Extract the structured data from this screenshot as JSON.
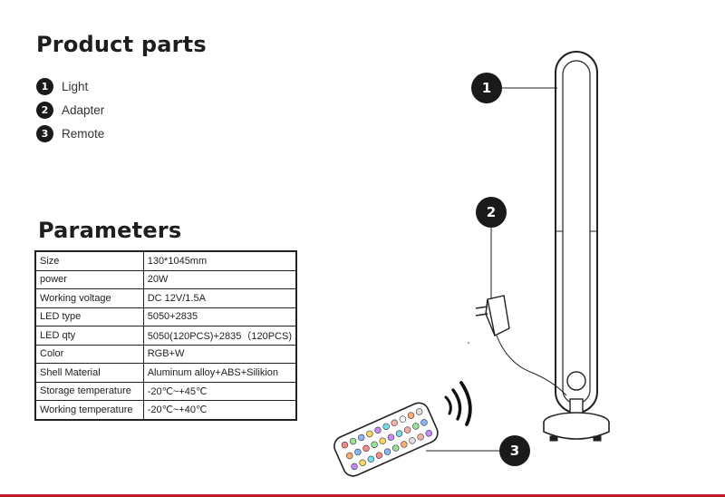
{
  "product_parts": {
    "title": "Product parts",
    "items": [
      {
        "num": "1",
        "label": "Light"
      },
      {
        "num": "2",
        "label": "Adapter"
      },
      {
        "num": "3",
        "label": "Remote"
      }
    ]
  },
  "parameters": {
    "title": "Parameters",
    "rows": [
      {
        "key": "Size",
        "value": "130*1045mm"
      },
      {
        "key": "power",
        "value": "20W"
      },
      {
        "key": "Working voltage",
        "value": "DC 12V/1.5A"
      },
      {
        "key": "LED type",
        "value": "5050+2835"
      },
      {
        "key": "LED qty",
        "value": "5050(120PCS)+2835（120PCS)"
      },
      {
        "key": "Color",
        "value": "RGB+W"
      },
      {
        "key": "Shell Material",
        "value": "Aluminum alloy+ABS+Silikion"
      },
      {
        "key": "Storage temperature",
        "value": "-20℃~+45℃"
      },
      {
        "key": "Working temperature",
        "value": "-20℃~+40℃"
      }
    ]
  },
  "callouts": [
    "1",
    "2",
    "3"
  ],
  "colors": {
    "accent_line": "#c4182b",
    "ink": "#1a1a1a"
  }
}
